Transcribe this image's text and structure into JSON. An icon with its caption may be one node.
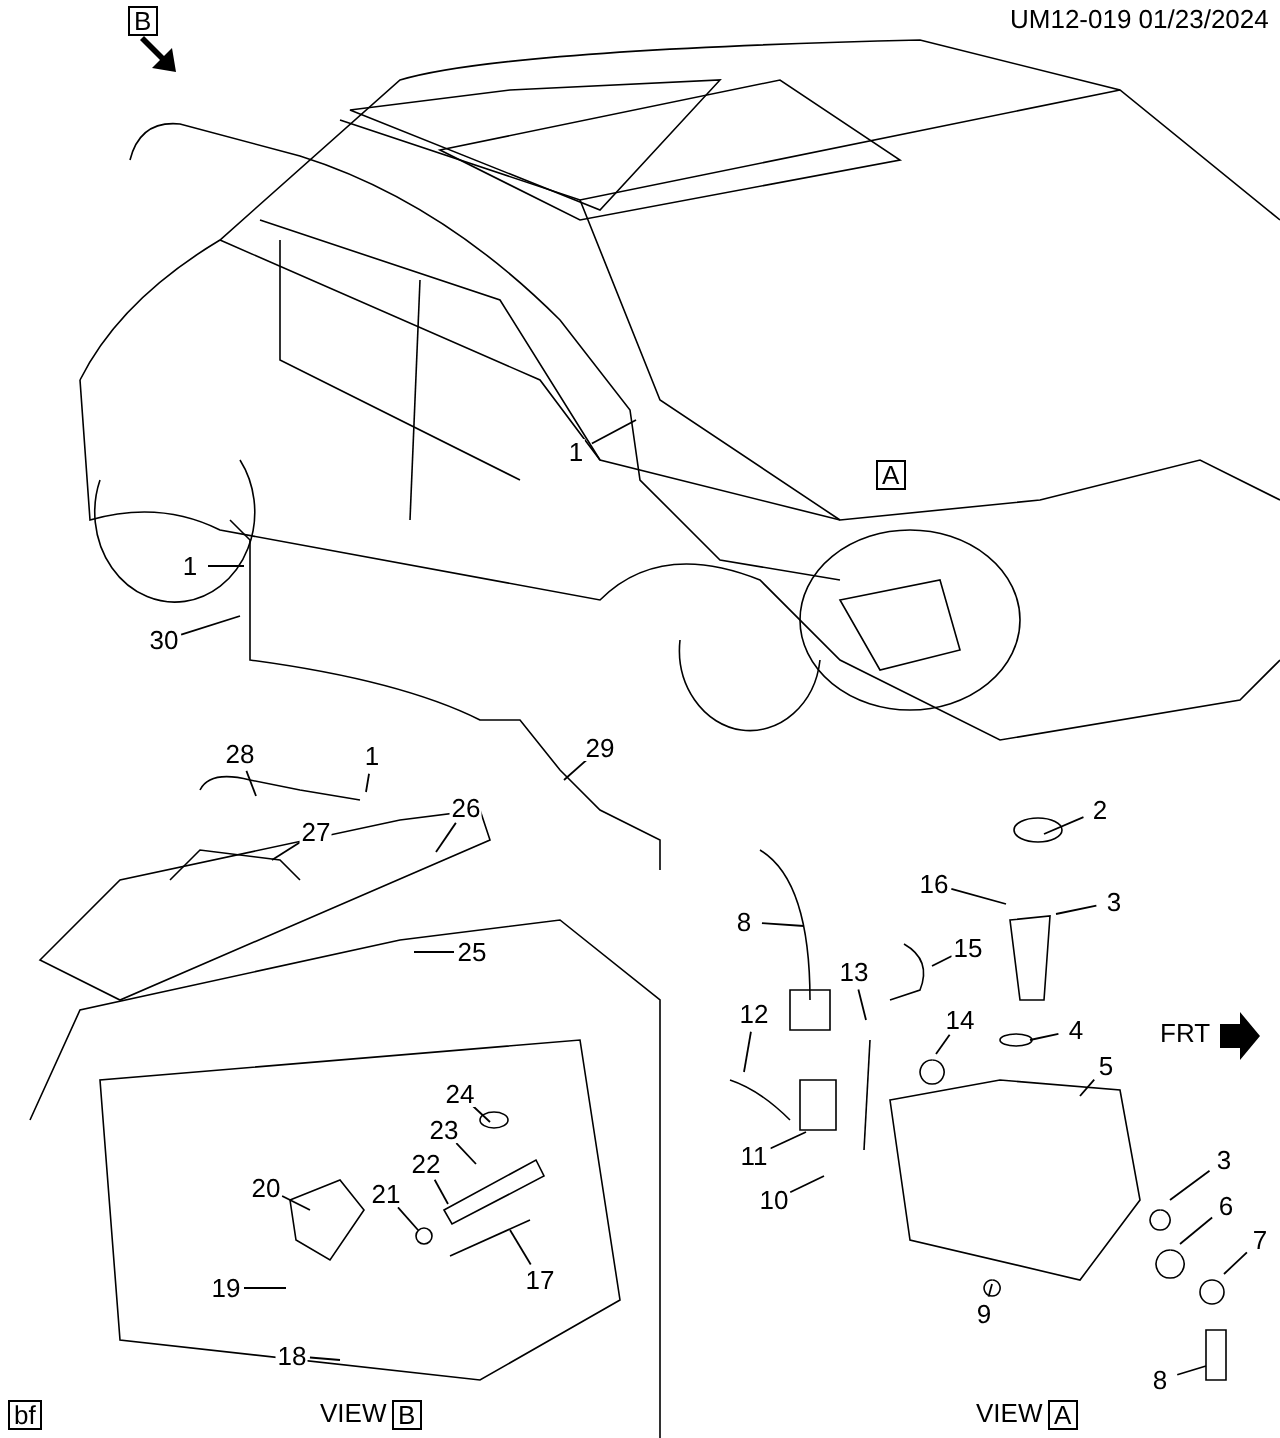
{
  "diagram": {
    "nodes": [
      {
        "text": [
          "1"
        ]
      },
      {
        "text": [
          "1"
        ]
      },
      {
        "text": [
          "30"
        ]
      },
      {
        "text": [
          "28"
        ]
      },
      {
        "text": [
          "1"
        ]
      },
      {
        "text": [
          "29"
        ]
      },
      {
        "text": [
          "26"
        ]
      },
      {
        "text": [
          "27"
        ]
      },
      {
        "text": [
          "2"
        ]
      },
      {
        "text": [
          "25"
        ]
      },
      {
        "text": [
          "16"
        ]
      },
      {
        "text": [
          "3"
        ]
      },
      {
        "text": [
          "8"
        ]
      },
      {
        "text": [
          "15"
        ]
      },
      {
        "text": [
          "13"
        ]
      },
      {
        "text": [
          "14"
        ]
      },
      {
        "text": [
          "4"
        ]
      },
      {
        "text": [
          "5"
        ]
      },
      {
        "text": [
          "12"
        ]
      },
      {
        "text": [
          "24"
        ]
      },
      {
        "text": [
          "23"
        ]
      },
      {
        "text": [
          "22"
        ]
      },
      {
        "text": [
          "20"
        ]
      },
      {
        "text": [
          "21"
        ]
      },
      {
        "text": [
          "11"
        ]
      },
      {
        "text": [
          "10"
        ]
      },
      {
        "text": [
          "3"
        ]
      },
      {
        "text": [
          "6"
        ]
      },
      {
        "text": [
          "17"
        ]
      },
      {
        "text": [
          "7"
        ]
      },
      {
        "text": [
          "9"
        ]
      },
      {
        "text": [
          "19"
        ]
      },
      {
        "text": [
          "18"
        ]
      },
      {
        "text": [
          "8"
        ]
      }
    ],
    "edges": [
      {
        "from": 0,
        "to": null,
        "arrow": "none"
      },
      {
        "from": 1,
        "to": null,
        "arrow": "none"
      },
      {
        "from": 2,
        "to": null,
        "arrow": "none"
      },
      {
        "from": 3,
        "to": null,
        "arrow": "none"
      },
      {
        "from": 4,
        "to": null,
        "arrow": "none"
      },
      {
        "from": 5,
        "to": null,
        "arrow": "none"
      },
      {
        "from": 6,
        "to": null,
        "arrow": "none"
      },
      {
        "from": 7,
        "to": null,
        "arrow": "none"
      },
      {
        "from": 8,
        "to": null,
        "arrow": "none"
      },
      {
        "from": 9,
        "to": null,
        "arrow": "none"
      },
      {
        "from": 10,
        "to": null,
        "arrow": "none"
      },
      {
        "from": 11,
        "to": null,
        "arrow": "none"
      },
      {
        "from": 12,
        "to": null,
        "arrow": "none"
      },
      {
        "from": 13,
        "to": null,
        "arrow": "none"
      },
      {
        "from": 14,
        "to": null,
        "arrow": "none"
      },
      {
        "from": 15,
        "to": null,
        "arrow": "none"
      },
      {
        "from": 16,
        "to": null,
        "arrow": "none"
      },
      {
        "from": 17,
        "to": null,
        "arrow": "none"
      },
      {
        "from": 18,
        "to": null,
        "arrow": "none"
      },
      {
        "from": 19,
        "to": null,
        "arrow": "none"
      },
      {
        "from": 20,
        "to": null,
        "arrow": "none"
      },
      {
        "from": 21,
        "to": null,
        "arrow": "none"
      },
      {
        "from": 22,
        "to": null,
        "arrow": "none"
      },
      {
        "from": 23,
        "to": null,
        "arrow": "none"
      },
      {
        "from": 24,
        "to": null,
        "arrow": "none"
      },
      {
        "from": 25,
        "to": null,
        "arrow": "none"
      },
      {
        "from": 26,
        "to": null,
        "arrow": "none"
      },
      {
        "from": 27,
        "to": null,
        "arrow": "none"
      },
      {
        "from": 28,
        "to": null,
        "arrow": "none"
      },
      {
        "from": 29,
        "to": null,
        "arrow": "none"
      },
      {
        "from": 30,
        "to": null,
        "arrow": "none"
      },
      {
        "from": 31,
        "to": null,
        "arrow": "none"
      },
      {
        "from": 32,
        "to": null,
        "arrow": "none"
      },
      {
        "from": 33,
        "to": null,
        "arrow": "none"
      }
    ],
    "labels": [
      "B",
      "UM12-019 01/23/2024",
      "A",
      "FRT",
      "bf",
      "VIEW",
      "B",
      "VIEW",
      "A"
    ]
  }
}
